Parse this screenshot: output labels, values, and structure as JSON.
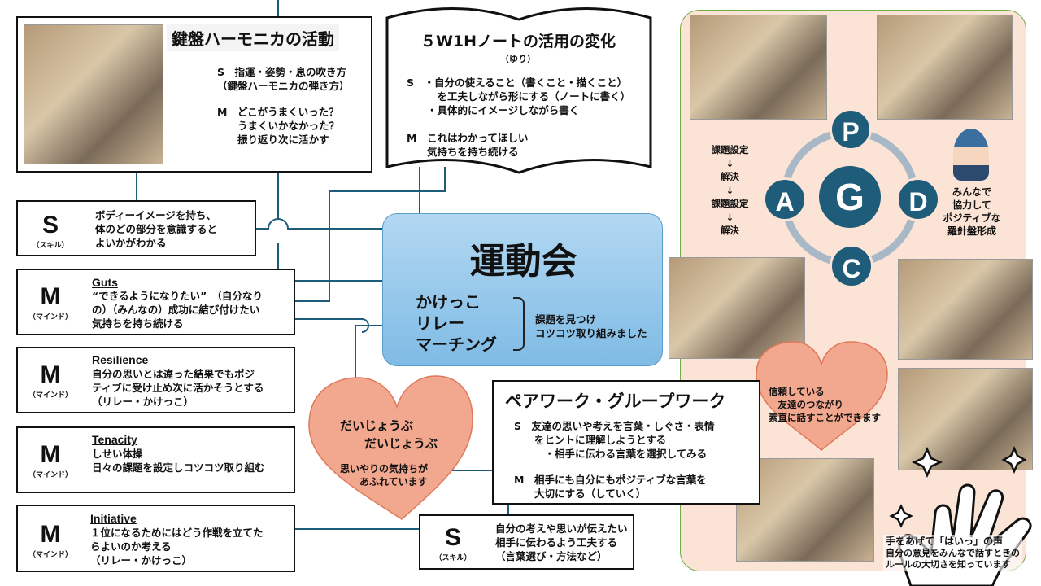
{
  "harmonica": {
    "title": "鍵盤ハーモニカの活動",
    "s_text": "S　指運・姿勢・息の吹き方\n（鍵盤ハーモニカの弾き方）",
    "m_text": "M　どこがうまくいった？\n　　うまくいかなかった？\n　　振り返り次に活かす"
  },
  "note": {
    "title": "５W1Hノートの活用の変化",
    "subtitle": "（ゆり）",
    "s_text": "S　・自分の使えること（書くこと・描くこと）\n　　　を工夫しながら形にする（ノートに書く）\n　　・具体的にイメージしながら書く",
    "m_text": "M　これはわかってほしい\n　　気持ちを持ち続ける"
  },
  "center": {
    "title": "運動会",
    "events": "かけっこ\nリレー\nマーチング",
    "summary": "課題を見つけ\nコツコツ取り組みました"
  },
  "left_boxes": [
    {
      "letter": "S",
      "sub": "（スキル）",
      "heading": "",
      "text": "ボディーイメージを持ち、\n体のどの部分を意識すると\nよいかがわかる"
    },
    {
      "letter": "M",
      "sub": "（マインド）",
      "heading": "Guts",
      "text": "“できるようになりたい”　（自分なり\nの）（みんなの）成功に結び付けたい\n気持ちを持ち続ける"
    },
    {
      "letter": "M",
      "sub": "（マインド）",
      "heading": "Resilience",
      "text": "自分の思いとは違った結果でもポジ\nティブに受け止め次に活かそうとする\n（リレー・かけっこ）"
    },
    {
      "letter": "M",
      "sub": "（マインド）",
      "heading": "Tenacity",
      "text": "しせい体操\n日々の課題を設定しコツコツ取り組む"
    },
    {
      "letter": "M",
      "sub": "（マインド）",
      "heading": "Initiative",
      "text": "１位になるためにはどう作戦を立てた\nらよいのか考える\n（リレー・かけっこ）"
    }
  ],
  "heart_left": {
    "title": "だいじょうぶ\n　　だいじょうぶ",
    "text": "思いやりの気持ちが\n　　あふれています"
  },
  "pairwork": {
    "title": "ペアワーク・グループワーク",
    "s_text": "S　友達の思いや考えを言葉・しぐさ・表情\n　　をヒントに理解しようとする\n　　　・相手に伝わる言葉を選択してみる",
    "m_text": "M　相手にも自分にもポジティブな言葉を\n　　大切にする（していく）"
  },
  "bottom_skill": {
    "letter": "S",
    "sub": "（スキル）",
    "text": "自分の考えや思いが伝えたい\n相手に伝わるよう工夫する\n（言葉選び・方法など）"
  },
  "pdca": {
    "P": "P",
    "D": "D",
    "C": "C",
    "A": "A",
    "G": "G",
    "cycle_text": "課題設定\n↓\n解決\n↓\n課題設定\n↓\n解決",
    "compass_text": "みんなで\n協力して\nポジティブな\n羅針盤形成"
  },
  "heart_right": {
    "text": "信頼している\n　友達のつながり\n素直に話すことができます"
  },
  "hands_caption": {
    "title": "手をあげて「はいっ」の声",
    "text": "自分の意見をみんなで話すときの\nルールの大切さを知っています"
  },
  "colors": {
    "line": "#1F5C7A",
    "panel": "#FBE3D6",
    "panel_border": "#70AD47",
    "heart": "#F2A88E",
    "center_box": "#9DCAEB"
  }
}
